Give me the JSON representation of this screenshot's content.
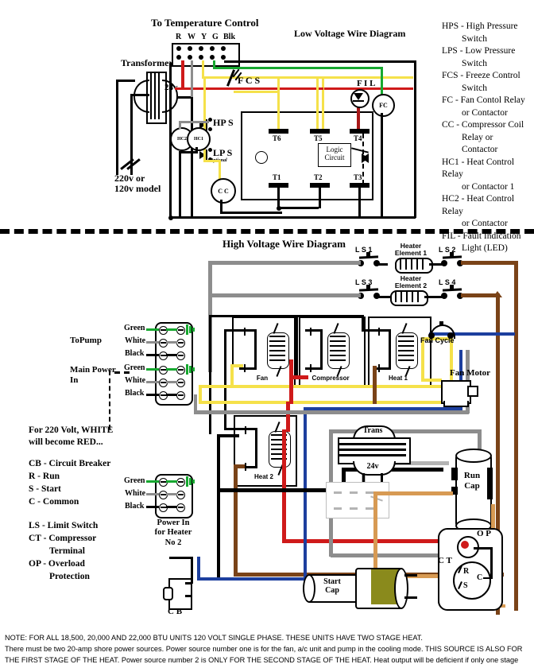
{
  "titles": {
    "to_temperature_control": "To Temperature Control",
    "low_voltage": "Low Voltage Wire Diagram",
    "high_voltage": "High Voltage Wire Diagram",
    "transformer": "Transformer",
    "transformer_voltage": "24v",
    "model_note": "220v or\n120v model"
  },
  "terminal_strip": {
    "labels": [
      "R",
      "W",
      "Y",
      "G",
      "Blk"
    ]
  },
  "low_voltage": {
    "fcs_label": "F C S",
    "fil_label": "F I L",
    "fc_label": "FC",
    "cc_label": "C C",
    "hc1_label": "HC1",
    "hc2_label": "HC2",
    "hps_label": "HP S",
    "lps_label": "LP S",
    "optional_label": "Optional",
    "logic_circuit": "Logic\nCircuit",
    "terminals": [
      "T6",
      "T5",
      "T4",
      "T1",
      "T2",
      "T3"
    ]
  },
  "legend_right": [
    "HPS - High Pressure",
    "Switch",
    "LPS - Low Pressure",
    "Switch",
    "FCS - Freeze Control",
    "Switch",
    "FC - Fan Contol Relay",
    "or Contactor",
    "CC - Compressor Coil",
    "Relay or",
    "Contactor",
    "HC1 - Heat Control Relay",
    "or Contactor 1",
    "HC2 - Heat Control Relay",
    "or Contactor",
    "FIL - Fault Indication",
    "Light (LED)"
  ],
  "high_voltage": {
    "limit_switches": [
      "L S 1",
      "L S 2",
      "L S 3",
      "L S 4"
    ],
    "heater_elements": [
      "Heater\nElement 1",
      "Heater\nElement 2"
    ],
    "to_pump": "ToPump",
    "main_power_in": "Main Power\nIn",
    "wire_colors": [
      "Green",
      "White",
      "Black"
    ],
    "relay_labels": [
      "Fan",
      "Compressor",
      "Heat 1",
      "Heat 2"
    ],
    "fan_cycle": "Fan Cycle",
    "fan_motor": "Fan Motor",
    "trans_label": "Trans",
    "trans_voltage": "24v",
    "run_cap": "Run\nCap",
    "start_cap": "Start\nCap",
    "cb_label": "C B",
    "op_label": "O P",
    "ct_label": "C T",
    "compressor_terminals": [
      "R",
      "S",
      "C"
    ],
    "power_in_heater2": "Power In\nfor Heater\nNo 2"
  },
  "legend_left": {
    "note_red": "For 220 Volt, WHITE\nwill become RED...",
    "items": [
      "CB - Circuit Breaker",
      "R - Run",
      "S - Start",
      "C - Common",
      "LS - Limit Switch",
      "CT - Compressor",
      "Terminal",
      "OP - Overload",
      "Protection"
    ]
  },
  "footer": {
    "line1": "NOTE:  FOR ALL 18,500, 20,000 AND 22,000 BTU UNITS 120 VOLT  SINGLE PHASE.  THESE UNITS HAVE TWO STAGE HEAT.",
    "line2": "There must be two 20-amp shore power sources.  Power source number one is for the fan, a/c unit and pump in the cooling mode.  THIS SOURCE IS ALSO FOR",
    "line3": "THE FIRST STAGE OF THE HEAT.  Power source number 2 is ONLY FOR THE SECOND STAGE OF THE HEAT.  Heat output will be deficient if only one stage"
  },
  "colors": {
    "red": "#cf1a1a",
    "yellow": "#f5e14a",
    "green": "#17a830",
    "gray": "#8d8d8d",
    "brown": "#7a4318",
    "blue": "#1d3f9e",
    "orange": "#d79a53",
    "black": "#000000"
  }
}
